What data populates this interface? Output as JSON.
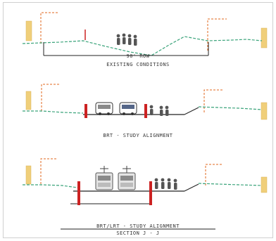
{
  "sections": {
    "existing": {
      "row_label": "90' ROW",
      "caption": "EXISTING CONDITIONS"
    },
    "brt": {
      "caption": "BRT - STUDY ALIGNMENT"
    },
    "brt_lrt": {
      "caption": "BRT/LRT - STUDY ALIGNMENT",
      "section_label": "SECTION J - J"
    }
  },
  "colors": {
    "ground_green": "#3aa37a",
    "row_orange": "#e0671e",
    "building_tan": "#f0cf7a",
    "curb_red": "#cc2222",
    "vehicle_gray": "#8a8a8a",
    "line_black": "#222222"
  },
  "icons": [
    "building",
    "pedestrian",
    "bus",
    "train",
    "catenary-pole",
    "curb-wall",
    "stairs"
  ]
}
